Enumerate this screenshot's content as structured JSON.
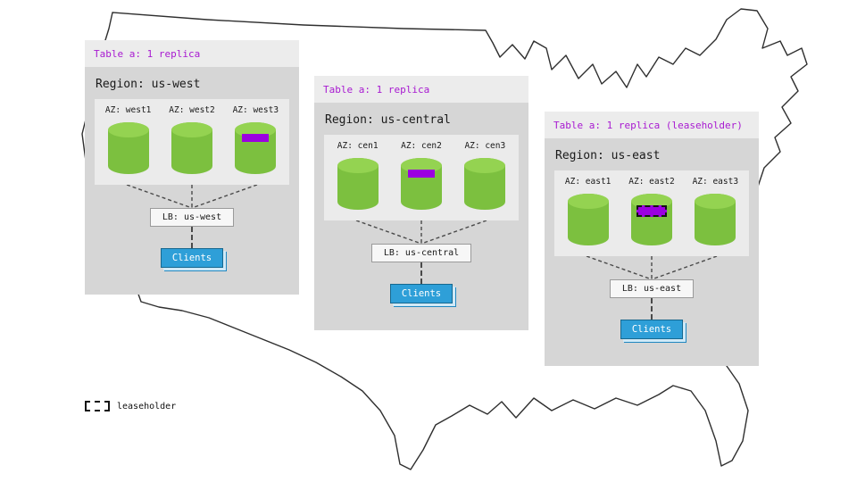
{
  "colors": {
    "accent_purple": "#a81ad1",
    "replica_bar_purple": "#9b00e0",
    "cylinder_green": "#7cc03f",
    "cylinder_green_top": "#94d351",
    "clients_blue": "#2e9fd8",
    "panel_bg": "#d6d6d6",
    "panel_header_bg": "#ececec",
    "az_box_bg": "#ebebeb"
  },
  "legend": {
    "label": "leaseholder"
  },
  "regions": [
    {
      "table_label": "Table a: 1 replica",
      "region_label": "Region: us-west",
      "azs": [
        {
          "label": "AZ: west1"
        },
        {
          "label": "AZ: west2"
        },
        {
          "label": "AZ: west3"
        }
      ],
      "replica": {
        "az_index": 2,
        "leaseholder": false
      },
      "lb_label": "LB: us-west",
      "clients_label": "Clients"
    },
    {
      "table_label": "Table a: 1 replica",
      "region_label": "Region: us-central",
      "azs": [
        {
          "label": "AZ: cen1"
        },
        {
          "label": "AZ: cen2"
        },
        {
          "label": "AZ: cen3"
        }
      ],
      "replica": {
        "az_index": 1,
        "leaseholder": false
      },
      "lb_label": "LB: us-central",
      "clients_label": "Clients"
    },
    {
      "table_label": "Table a: 1 replica (leaseholder)",
      "region_label": "Region: us-east",
      "azs": [
        {
          "label": "AZ: east1"
        },
        {
          "label": "AZ: east2"
        },
        {
          "label": "AZ: east3"
        }
      ],
      "replica": {
        "az_index": 1,
        "leaseholder": true
      },
      "lb_label": "LB: us-east",
      "clients_label": "Clients"
    }
  ]
}
